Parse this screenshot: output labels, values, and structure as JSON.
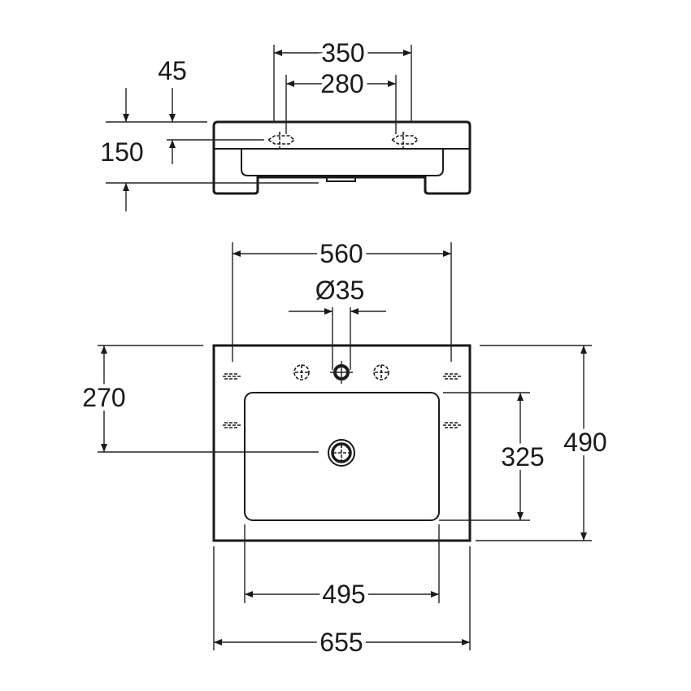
{
  "title": "Washbasin dimension drawing",
  "side_view": {
    "width_350": "350",
    "width_280": "280",
    "height_45": "45",
    "height_150": "150"
  },
  "top_view": {
    "width_560": "560",
    "tap_hole": "Ø35",
    "depth_270": "270",
    "depth_325": "325",
    "depth_490": "490",
    "width_495": "495",
    "width_655": "655"
  },
  "colors": {
    "line": "#1a1a1a",
    "background": "#ffffff"
  }
}
